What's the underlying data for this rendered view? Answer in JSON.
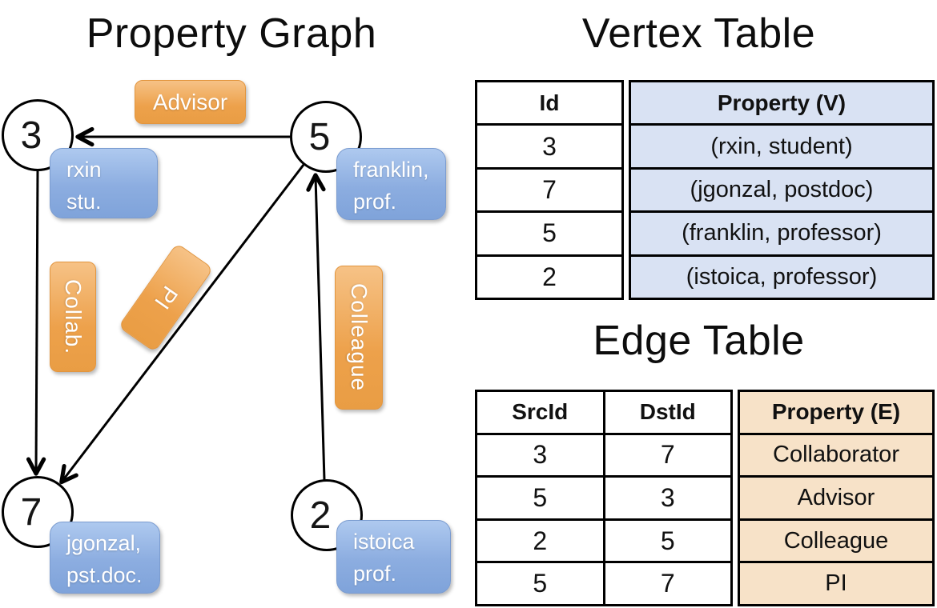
{
  "graph": {
    "title": "Property Graph",
    "nodes": {
      "n3": {
        "id": "3",
        "property": [
          "rxin",
          "stu."
        ]
      },
      "n5": {
        "id": "5",
        "property": [
          "franklin,",
          "prof."
        ]
      },
      "n7": {
        "id": "7",
        "property": [
          "jgonzal,",
          "pst.doc."
        ]
      },
      "n2": {
        "id": "2",
        "property": [
          "istoica",
          "prof."
        ]
      }
    },
    "edge_labels": {
      "advisor": "Advisor",
      "collab": "Collab.",
      "pi": "PI",
      "colleague": "Colleague"
    }
  },
  "vertex_table": {
    "title": "Vertex Table",
    "headers": {
      "id": "Id",
      "property": "Property (V)"
    },
    "rows": [
      {
        "id": "3",
        "property": "(rxin, student)"
      },
      {
        "id": "7",
        "property": "(jgonzal, postdoc)"
      },
      {
        "id": "5",
        "property": "(franklin, professor)"
      },
      {
        "id": "2",
        "property": "(istoica, professor)"
      }
    ]
  },
  "edge_table": {
    "title": "Edge Table",
    "headers": {
      "src": "SrcId",
      "dst": "DstId",
      "property": "Property (E)"
    },
    "rows": [
      {
        "src": "3",
        "dst": "7",
        "property": "Collaborator"
      },
      {
        "src": "5",
        "dst": "3",
        "property": "Advisor"
      },
      {
        "src": "2",
        "dst": "5",
        "property": "Colleague"
      },
      {
        "src": "5",
        "dst": "7",
        "property": "PI"
      }
    ]
  },
  "colors": {
    "edge_label_fill": "#eda14b",
    "vertex_label_fill": "#8fafe2",
    "vertex_table_cell_bg": "#d9e2f3",
    "edge_table_cell_bg": "#f7e2c8",
    "line": "#000000"
  }
}
